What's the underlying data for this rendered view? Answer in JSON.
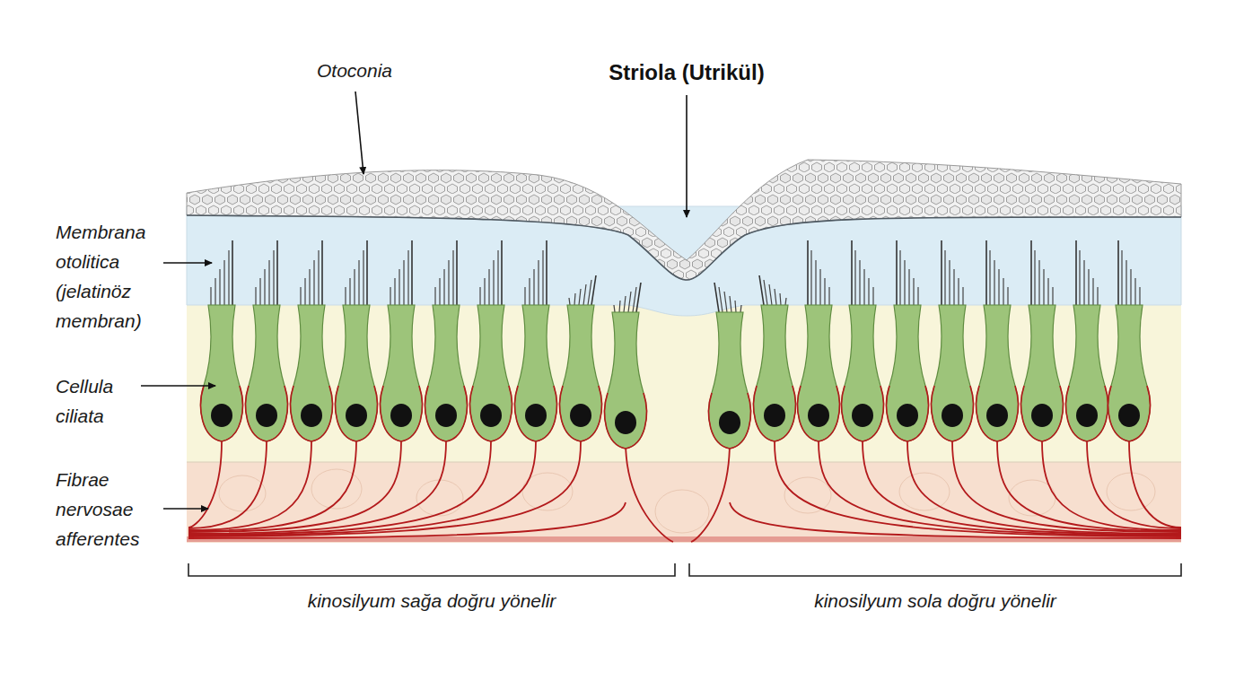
{
  "diagram": {
    "labels": [
      "Otoconia",
      "Striola (Utrikül)",
      "Membrana otolitica (jelatinöz membran)",
      "Cellula ciliata",
      "Fibrae nervosae afferentes",
      "kinosilyum sağa doğru yönelir",
      "kinosilyum sola doğru yönelir"
    ]
  }
}
